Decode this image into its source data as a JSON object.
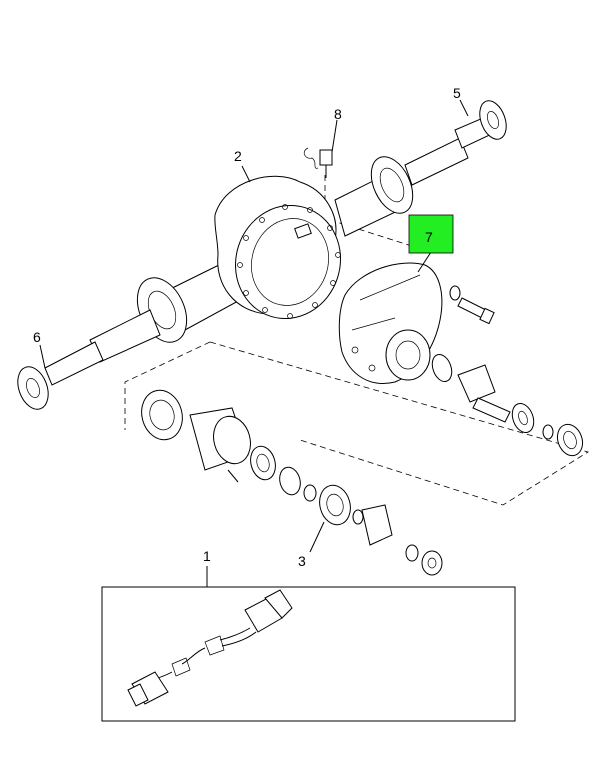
{
  "callouts": {
    "c1": "1",
    "c2": "2",
    "c3": "3",
    "c5": "5",
    "c6": "6",
    "c7": "7",
    "c8": "8"
  },
  "highlight_color": "#22ee22",
  "highlighted_callout": "7"
}
